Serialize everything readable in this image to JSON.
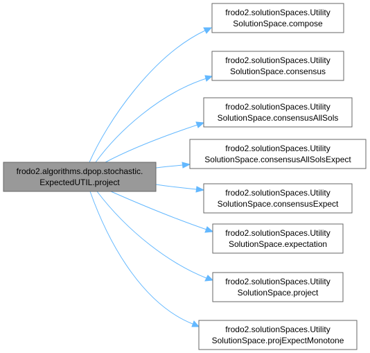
{
  "root": {
    "line1": "frodo2.algorithms.dpop.stochastic.",
    "line2": "ExpectedUTIL.project"
  },
  "callees": [
    {
      "line1": "frodo2.solutionSpaces.Utility",
      "line2": "SolutionSpace.compose"
    },
    {
      "line1": "frodo2.solutionSpaces.Utility",
      "line2": "SolutionSpace.consensus"
    },
    {
      "line1": "frodo2.solutionSpaces.Utility",
      "line2": "SolutionSpace.consensusAllSols"
    },
    {
      "line1": "frodo2.solutionSpaces.Utility",
      "line2": "SolutionSpace.consensusAllSolsExpect"
    },
    {
      "line1": "frodo2.solutionSpaces.Utility",
      "line2": "SolutionSpace.consensusExpect"
    },
    {
      "line1": "frodo2.solutionSpaces.Utility",
      "line2": "SolutionSpace.expectation"
    },
    {
      "line1": "frodo2.solutionSpaces.Utility",
      "line2": "SolutionSpace.project"
    },
    {
      "line1": "frodo2.solutionSpaces.Utility",
      "line2": "SolutionSpace.projExpectMonotone"
    }
  ],
  "colors": {
    "root_fill": "#999999",
    "node_fill": "#ffffff",
    "node_border": "#666666",
    "edge": "#63b8ff"
  }
}
